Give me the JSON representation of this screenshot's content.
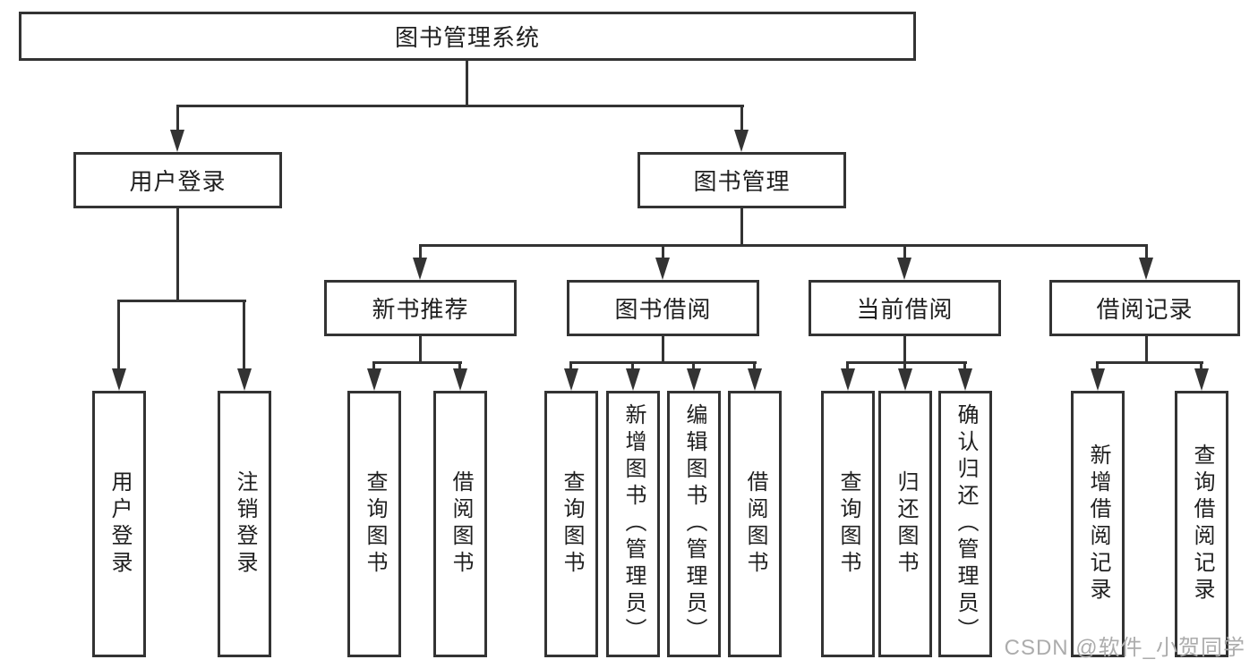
{
  "diagram": {
    "tree": {
      "root": {
        "label": "图书管理系统"
      },
      "branches": [
        {
          "label": "用户登录",
          "children": [
            {
              "label": "用户登录"
            },
            {
              "label": "注销登录"
            }
          ]
        },
        {
          "label": "图书管理",
          "children": [
            {
              "label": "新书推荐",
              "children": [
                {
                  "label": "查询图书"
                },
                {
                  "label": "借阅图书"
                }
              ]
            },
            {
              "label": "图书借阅",
              "children": [
                {
                  "label": "查询图书"
                },
                {
                  "label": "新增图书（管理员）"
                },
                {
                  "label": "编辑图书（管理员）"
                },
                {
                  "label": "借阅图书"
                }
              ]
            },
            {
              "label": "当前借阅",
              "children": [
                {
                  "label": "查询图书"
                },
                {
                  "label": "归还图书"
                },
                {
                  "label": "确认归还（管理员）"
                }
              ]
            },
            {
              "label": "借阅记录",
              "children": [
                {
                  "label": "新增借阅记录"
                },
                {
                  "label": "查询借阅记录"
                }
              ]
            }
          ]
        }
      ]
    },
    "colors": {
      "line": "#333333",
      "border": "#333333",
      "text": "#1f1f1f",
      "background": "#ffffff",
      "watermark": "#acacac"
    }
  },
  "watermark": {
    "text": "CSDN @软件_小贺同学"
  }
}
